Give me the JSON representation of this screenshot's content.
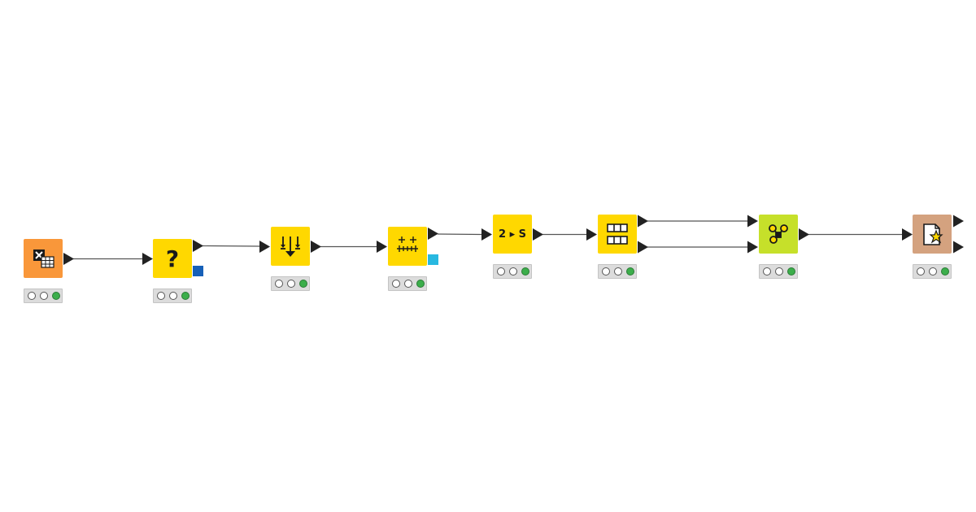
{
  "nodes": [
    {
      "id": "n1",
      "name": "excel-reader-node",
      "color": "#f9973a",
      "icon": "excel-table-icon",
      "status": [
        "off",
        "off",
        "on"
      ]
    },
    {
      "id": "n2",
      "name": "missing-value-node",
      "color": "#ffd800",
      "icon": "question-mark-icon",
      "label": "?",
      "status": [
        "off",
        "off",
        "on"
      ],
      "flag_color": "#1660b8"
    },
    {
      "id": "n3",
      "name": "column-merge-node",
      "color": "#ffd800",
      "icon": "merge-arrows-icon",
      "status": [
        "off",
        "off",
        "on"
      ]
    },
    {
      "id": "n4",
      "name": "normalizer-node",
      "color": "#ffd800",
      "icon": "normalize-icon",
      "status": [
        "off",
        "off",
        "on"
      ],
      "flag_color": "#28b8e0"
    },
    {
      "id": "n5",
      "name": "number-to-string-node",
      "color": "#ffd800",
      "icon": "number-to-string-icon",
      "label": "2 ▸ S",
      "status": [
        "off",
        "off",
        "on"
      ]
    },
    {
      "id": "n6",
      "name": "partitioning-node",
      "color": "#ffd800",
      "icon": "table-split-icon",
      "status": [
        "off",
        "off",
        "on"
      ]
    },
    {
      "id": "n7",
      "name": "learner-node",
      "color": "#c6e02a",
      "icon": "graph-nodes-icon",
      "status": [
        "off",
        "off",
        "on"
      ]
    },
    {
      "id": "n8",
      "name": "predictor-node",
      "color": "#d4a27f",
      "icon": "document-star-icon",
      "status": [
        "off",
        "off",
        "on"
      ]
    }
  ],
  "colors": {
    "edge": "#555555",
    "port": "#222222",
    "status_on": "#3cae4b"
  }
}
